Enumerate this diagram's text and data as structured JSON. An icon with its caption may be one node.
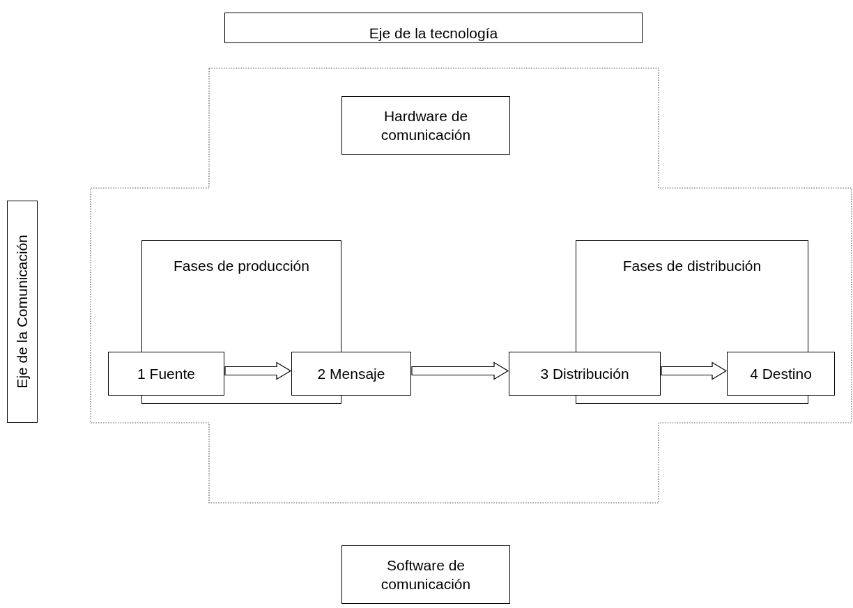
{
  "diagram": {
    "nodes": [
      {
        "text": [
          "Eje de la tecnología"
        ]
      },
      {
        "text": [
          "Hardware de comunicación"
        ]
      },
      {
        "text": [
          "Eje de la Comunicación"
        ]
      },
      {
        "text": [
          "Fases de producción"
        ]
      },
      {
        "text": [
          "Fases de distribución"
        ]
      },
      {
        "text": [
          "1 Fuente"
        ]
      },
      {
        "text": [
          "2 Mensaje"
        ]
      },
      {
        "text": [
          "3 Distribución"
        ]
      },
      {
        "text": [
          "4 Destino"
        ]
      },
      {
        "text": [
          "Software de comunicación"
        ]
      }
    ],
    "edges": [
      {
        "from": 5,
        "to": 6,
        "arrow": "to"
      },
      {
        "from": 6,
        "to": 7,
        "arrow": "to"
      },
      {
        "from": 7,
        "to": 8,
        "arrow": "to"
      }
    ]
  }
}
